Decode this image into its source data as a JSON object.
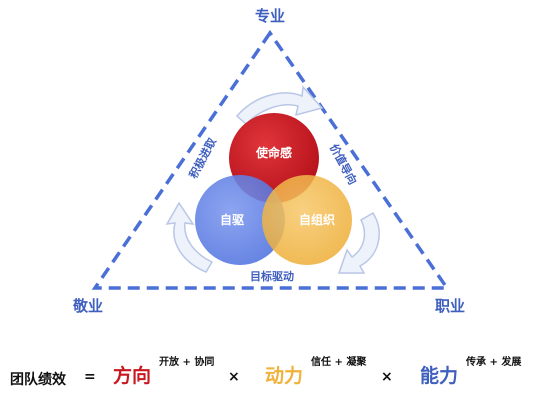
{
  "corners": {
    "top": "专业",
    "left": "敬业",
    "right": "职业"
  },
  "edges": {
    "left": "积极进取",
    "right": "价值导向",
    "bottom": "目标驱动"
  },
  "circles": {
    "top": "使命感",
    "left": "自驱",
    "right": "自组织"
  },
  "formula": {
    "lhs": "团队绩效",
    "equals": "=",
    "times1": "×",
    "times2": "×",
    "terms": [
      {
        "main": "方向",
        "sup": "开放 + 协同",
        "color": "#c8171e"
      },
      {
        "main": "动力",
        "sup": "信任 + 凝聚",
        "color": "#f0b23a"
      },
      {
        "main": "能力",
        "sup": "传承 + 发展",
        "color": "#3f5fbf"
      }
    ]
  },
  "colors": {
    "triangle": "#4a6fd6",
    "arrow_fill": "#eef2fb",
    "arrow_stroke": "#b9c6e6",
    "circle_red": "#c8171e",
    "circle_blue": "#5b7ee6",
    "circle_gold": "#f0b23a"
  }
}
